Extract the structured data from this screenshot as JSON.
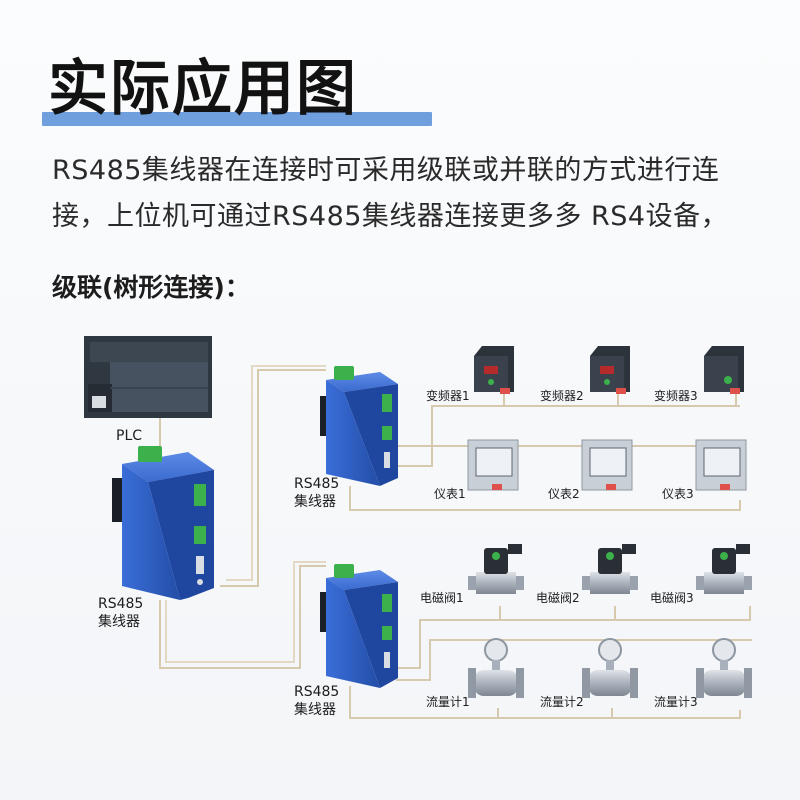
{
  "header": {
    "title": "实际应用图"
  },
  "intro": {
    "text": "RS485集线器在连接时可采用级联或并联的方式进行连接，上位机可通过RS485集线器连接更多多 RS4设备，"
  },
  "section": {
    "title": "级联(树形连接)："
  },
  "diagram": {
    "plc_label": "PLC",
    "hub_main": {
      "line1": "RS485",
      "line2": "集线器"
    },
    "hub_top": {
      "line1": "RS485",
      "line2": "集线器"
    },
    "hub_bottom": {
      "line1": "RS485",
      "line2": "集线器"
    },
    "inverters": [
      "变频器1",
      "变频器2",
      "变频器3"
    ],
    "meters": [
      "仪表1",
      "仪表2",
      "仪表3"
    ],
    "valves": [
      "电磁阀1",
      "电磁阀2",
      "电磁阀3"
    ],
    "flowmeters": [
      "流量计1",
      "流量计2",
      "流量计3"
    ]
  },
  "colors": {
    "accent_bar": "#6f9fdc",
    "hub_blue": "#2f5fc4",
    "terminal_green": "#3cb04a",
    "wire": "#d6c9ad"
  }
}
